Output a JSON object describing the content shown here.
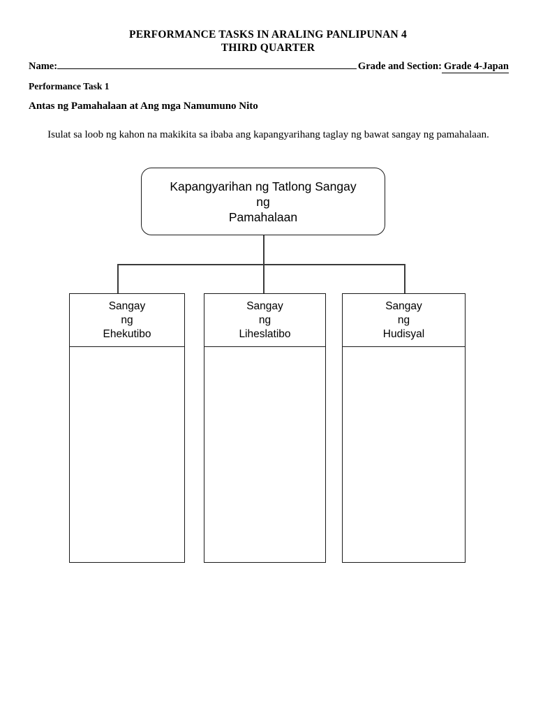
{
  "document": {
    "title": "PERFORMANCE TASKS IN ARALING PANLIPUNAN 4",
    "subtitle": "THIRD QUARTER",
    "name_label": "Name:",
    "name_value": "",
    "grade_label": "Grade and Section:",
    "grade_value": "Grade 4-Japan",
    "task_label": "Performance Task 1",
    "task_heading": "Antas ng Pamahalaan at Ang mga Namumuno Nito",
    "instruction": "Isulat sa loob ng kahon na makikita sa ibaba ang kapangyarihang taglay ng bawat sangay ng pamahalaan."
  },
  "diagram": {
    "type": "org-chart",
    "root": {
      "text": "Kapangyarihan ng Tatlong Sangay\nng\nPamahalaan"
    },
    "branches": [
      {
        "title": "Sangay\nng\nEhekutibo",
        "answer": ""
      },
      {
        "title": "Sangay\nng\nLiheslatibo",
        "answer": ""
      },
      {
        "title": "Sangay\nng\nHudisyal",
        "answer": ""
      }
    ]
  },
  "colors": {
    "page_background": "#ffffff",
    "text": "#000000",
    "box_border": "#1a1a1a",
    "connector_line": "#3a3a3a"
  }
}
